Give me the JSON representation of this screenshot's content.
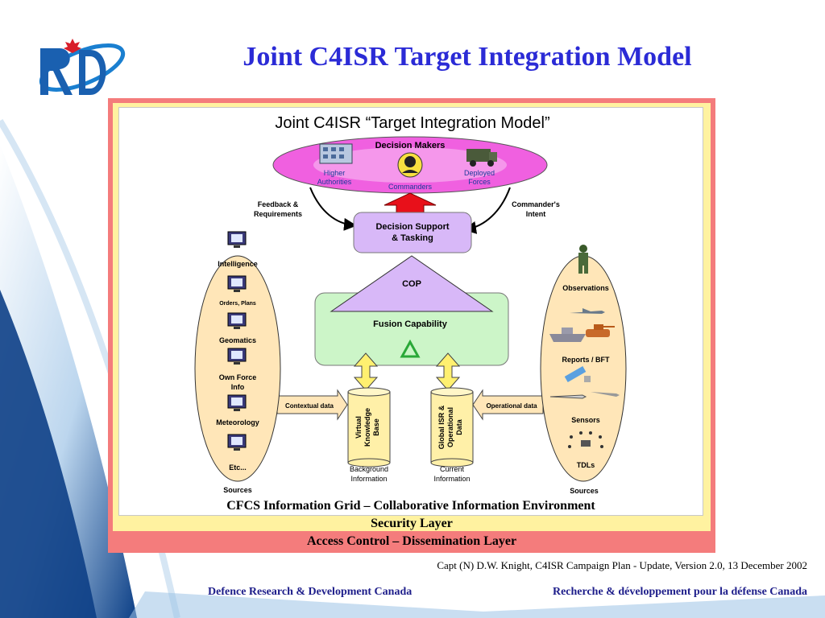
{
  "slide": {
    "title": "Joint C4ISR Target Integration Model",
    "citation": "Capt (N) D.W. Knight, C4ISR Campaign Plan - Update, Version 2.0, 13 December 2002",
    "footer_left": "Defence Research & Development Canada",
    "footer_right": "Recherche & développement pour la défense Canada"
  },
  "logo": {
    "letters": "RD"
  },
  "diagram": {
    "title": "Joint C4ISR “Target Integration Model”",
    "decision_makers": {
      "title": "Decision Makers",
      "higher_1": "Higher",
      "higher_2": "Authorities",
      "commanders": "Commanders",
      "deployed_1": "Deployed",
      "deployed_2": "Forces"
    },
    "feedback_1": "Feedback &",
    "feedback_2": "Requirements",
    "intent_1": "Commander's",
    "intent_2": "Intent",
    "decision_support_1": "Decision Support",
    "decision_support_2": "& Tasking",
    "cop": "COP",
    "fusion": "Fusion Capability",
    "left_sources": {
      "intelligence": "Intelligence",
      "orders": "Orders, Plans",
      "geomatics": "Geomatics",
      "own_force_1": "Own Force",
      "own_force_2": "Info",
      "meteorology": "Meteorology",
      "etc": "Etc...",
      "label": "Sources"
    },
    "right_sources": {
      "observations": "Observations",
      "reports": "Reports / BFT",
      "sensors": "Sensors",
      "tdls": "TDLs",
      "label": "Sources"
    },
    "contextual_data": "Contextual data",
    "operational_data": "Operational data",
    "vkb_1": "Virtual",
    "vkb_2": "Knowledge",
    "vkb_3": "Base",
    "gisr_1": "Global ISR &",
    "gisr_2": "Operational",
    "gisr_3": "Data",
    "background_1": "Background",
    "background_2": "Information",
    "current_1": "Current",
    "current_2": "Information",
    "grid_layer": "CFCS Information Grid – Collaborative Information Environment",
    "security_layer": "Security Layer",
    "access_layer": "Access Control – Dissemination Layer"
  },
  "colors": {
    "title_blue": "#2b2bd6",
    "footer_blue": "#1d1d8a",
    "outer_frame": "#f47c7c",
    "yellow_frame": "#fff2a0",
    "magenta": "#f060e0",
    "lavender": "#d8b8f8",
    "fusion_green": "#ccf5c8",
    "source_ellipse": "#ffe6b8",
    "cylinder": "#fff0a8",
    "red_arrow": "#e8101a"
  }
}
